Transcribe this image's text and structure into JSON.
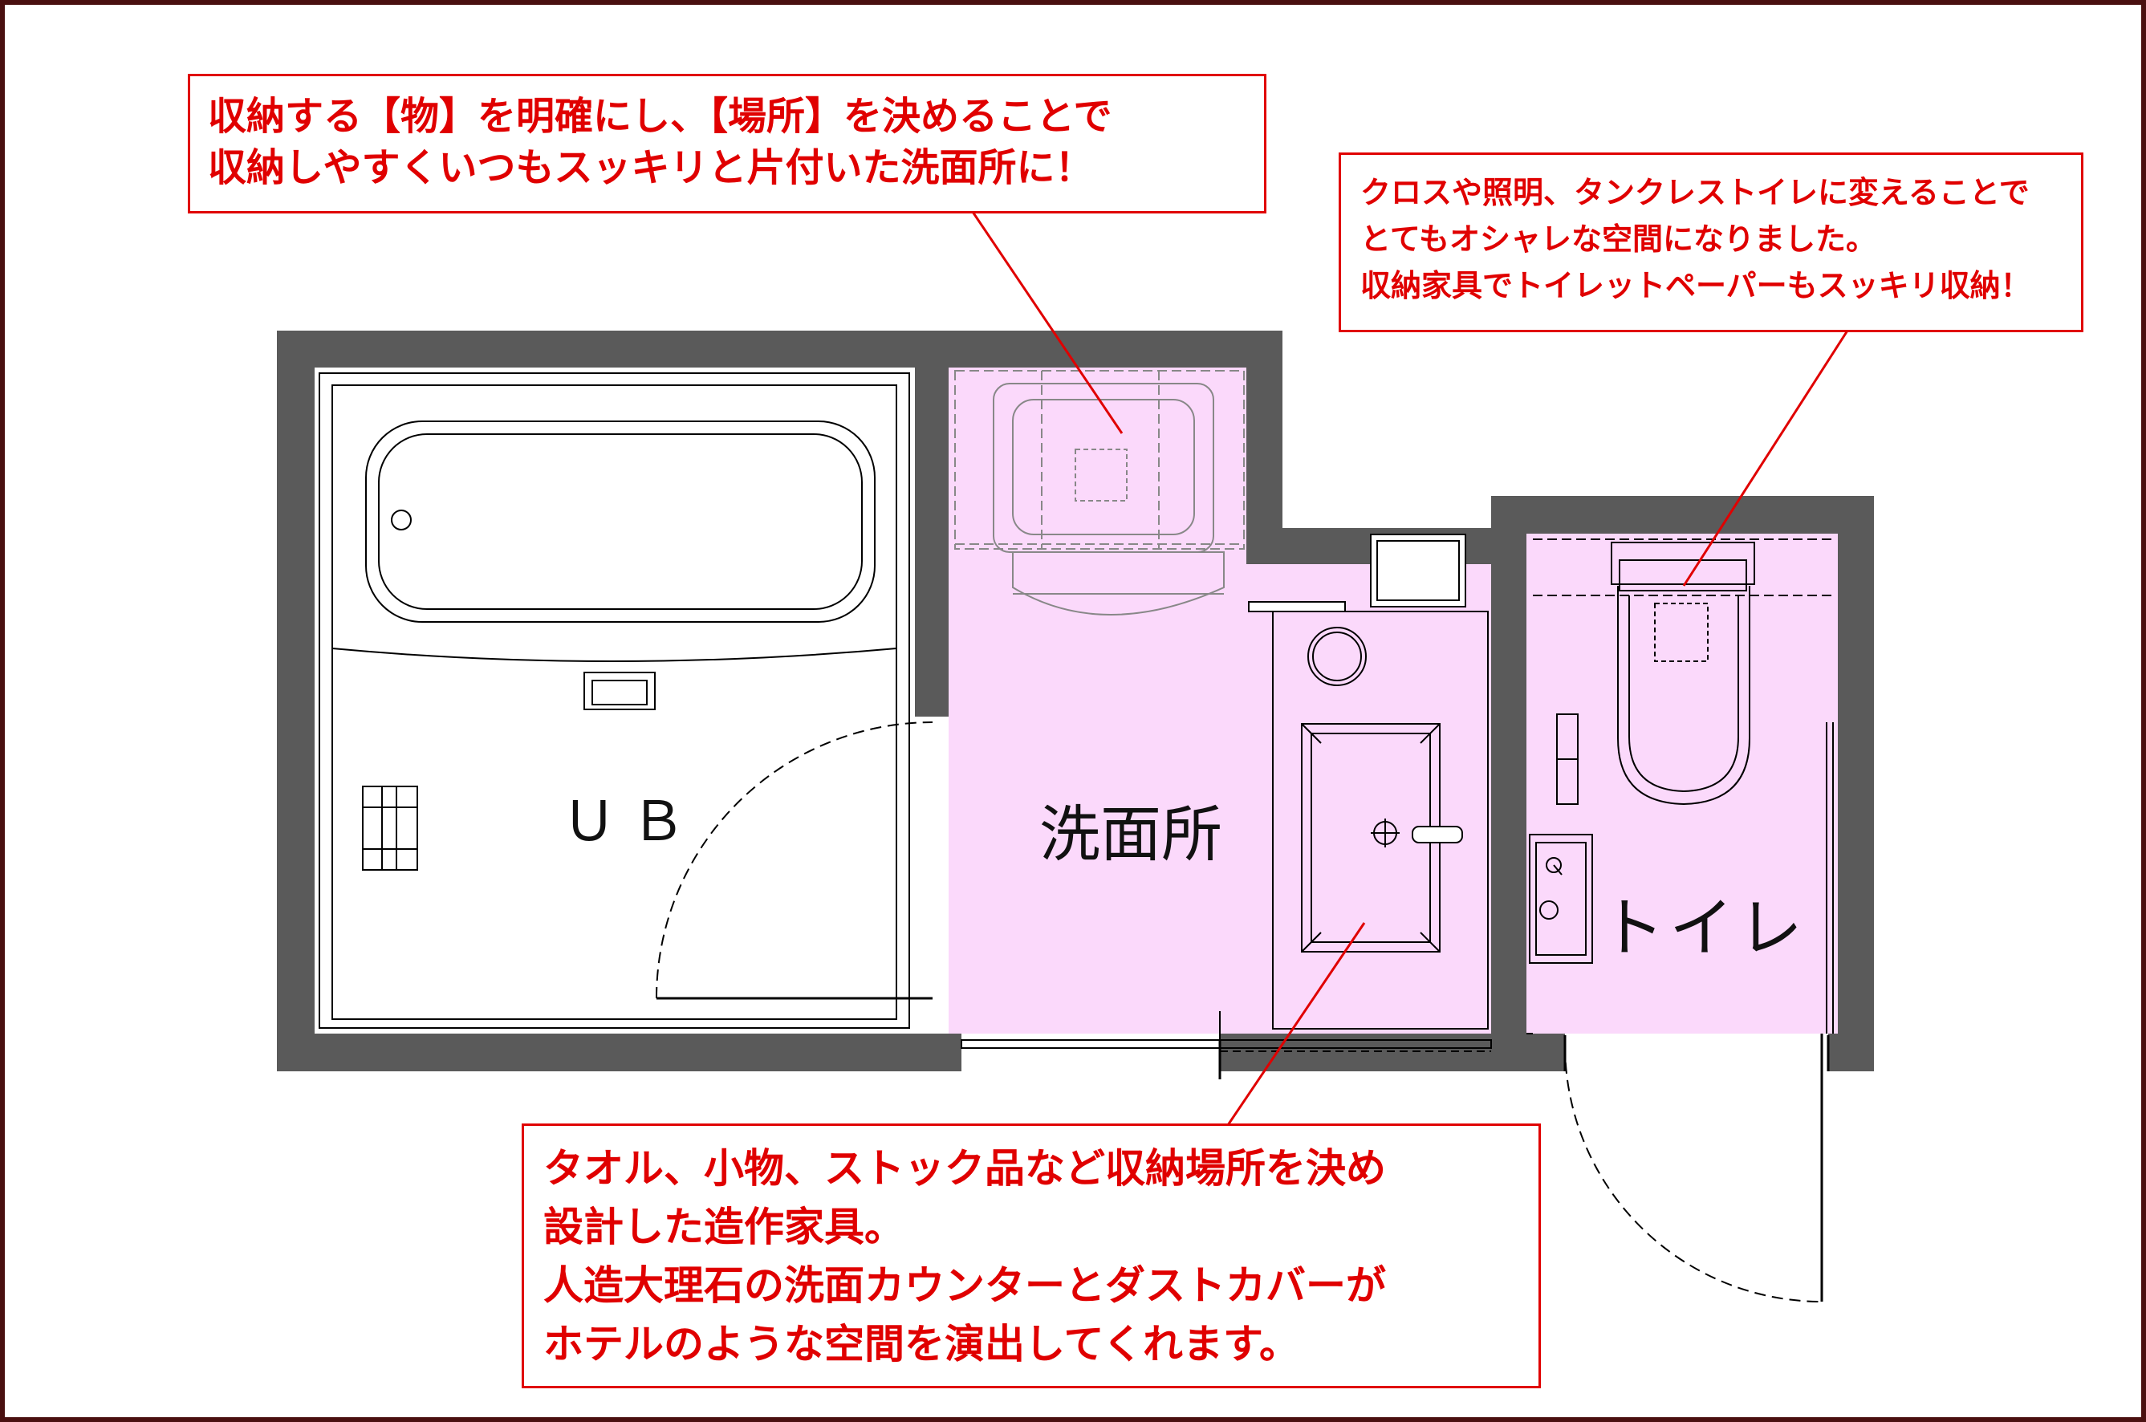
{
  "rooms": {
    "ub": "ＵＢ",
    "washroom": "洗面所",
    "toilet": "トイレ"
  },
  "callouts": {
    "top_center": {
      "lines": [
        "収納する【物】を明確にし、【場所】を決めることで",
        "収納しやすくいつもスッキリと片付いた洗面所に！"
      ]
    },
    "top_right": {
      "lines": [
        "クロスや照明、タンクレストイレに変えることで",
        "とてもオシャレな空間になりました。",
        "収納家具でトイレットペーパーもスッキリ収納！"
      ]
    },
    "bottom": {
      "lines": [
        "タオル、小物、ストック品など収納場所を決め",
        "設計した造作家具。",
        "人造大理石の洗面カウンターとダストカバーが",
        "ホテルのような空間を演出してくれます。"
      ]
    }
  },
  "colors": {
    "wall": "#5a5a5a",
    "highlight": "#fbd9fb",
    "callout": "#e00000",
    "frame": "#4a1010"
  }
}
